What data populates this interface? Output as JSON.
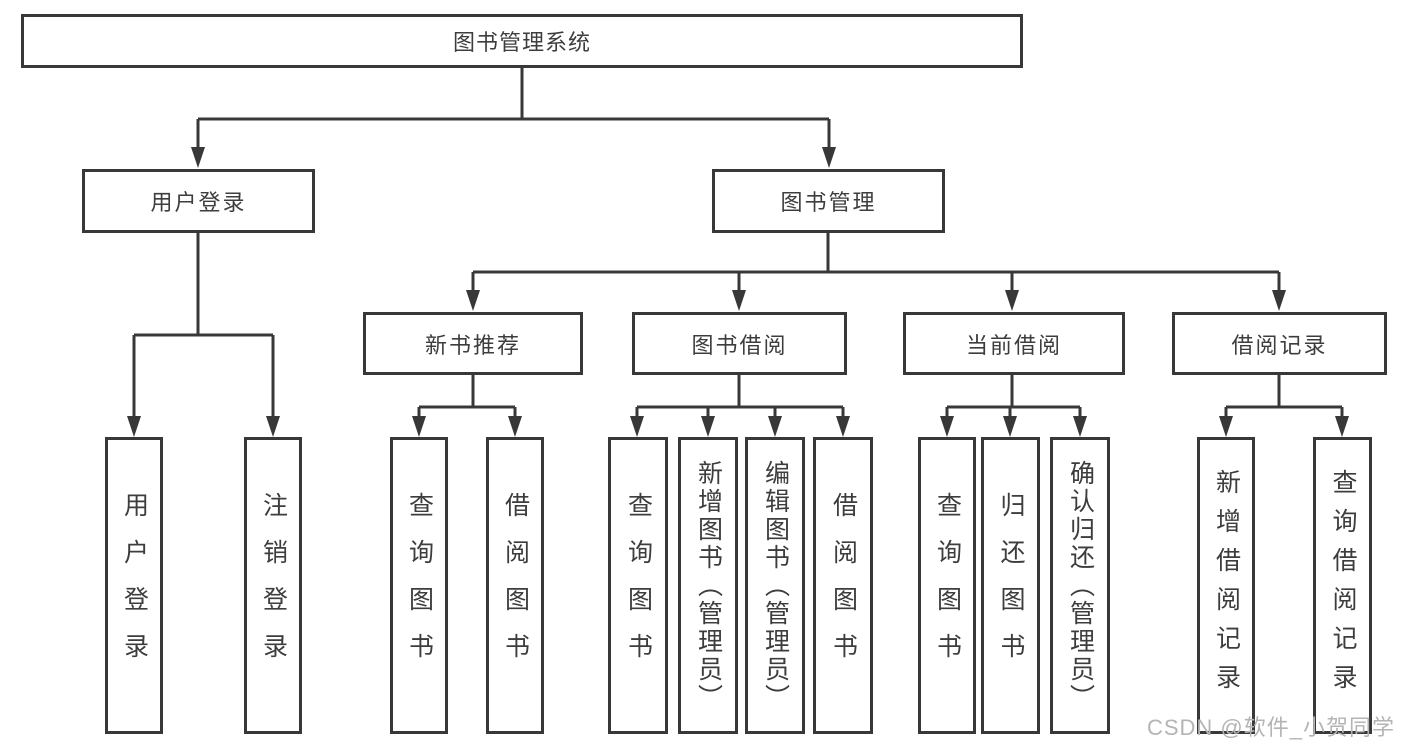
{
  "diagram": {
    "root": {
      "label": "图书管理系统"
    },
    "branches": [
      {
        "label": "用户登录",
        "children": [
          {
            "label": "用户登录"
          },
          {
            "label": "注销登录"
          }
        ]
      },
      {
        "label": "图书管理",
        "children": [
          {
            "label": "新书推荐",
            "children": [
              {
                "label": "查询图书"
              },
              {
                "label": "借阅图书"
              }
            ]
          },
          {
            "label": "图书借阅",
            "children": [
              {
                "label": "查询图书"
              },
              {
                "label": "新增图书（管理员）"
              },
              {
                "label": "编辑图书（管理员）"
              },
              {
                "label": "借阅图书"
              }
            ]
          },
          {
            "label": "当前借阅",
            "children": [
              {
                "label": "查询图书"
              },
              {
                "label": "归还图书"
              },
              {
                "label": "确认归还（管理员）"
              }
            ]
          },
          {
            "label": "借阅记录",
            "children": [
              {
                "label": "新增借阅记录"
              },
              {
                "label": "查询借阅记录"
              }
            ]
          }
        ]
      }
    ]
  },
  "watermark": {
    "text": "CSDN @软件_小贺同学"
  },
  "colors": {
    "line": "#383838",
    "box_fill": "#ffffff",
    "text": "#3d3d3d",
    "watermark": "#b4b4b4",
    "background": "#ffffff"
  }
}
